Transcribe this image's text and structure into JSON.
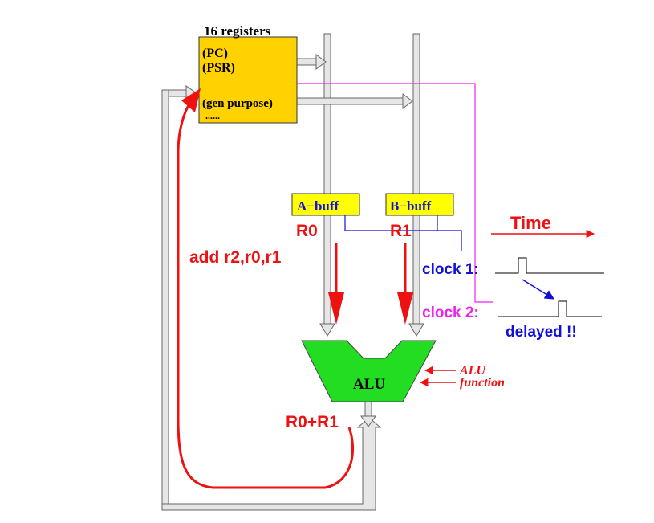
{
  "registers": {
    "title": "16 registers",
    "pc": "(PC)",
    "psr": "(PSR)",
    "gen_purpose": "(gen purpose)",
    "ellipsis": "......"
  },
  "buffers": {
    "a": "A−buff",
    "b": "B−buff"
  },
  "operands": {
    "r0": "R0",
    "r1": "R1"
  },
  "instruction": "add r2,r0,r1",
  "alu": {
    "label": "ALU",
    "function_line1": "ALU",
    "function_line2": "function"
  },
  "result": "R0+R1",
  "timing": {
    "time_label": "Time",
    "clock1": "clock 1:",
    "clock2": "clock 2:",
    "delayed": "delayed !!"
  },
  "colors": {
    "register_fill": "#ffd200",
    "buffer_fill": "#ffff00",
    "alu_fill": "#22dd22",
    "red": "#ee1111",
    "blue": "#1010dd",
    "magenta": "#ee22ee",
    "bus_fill": "#e6e6e6",
    "bus_stroke": "#666666"
  }
}
